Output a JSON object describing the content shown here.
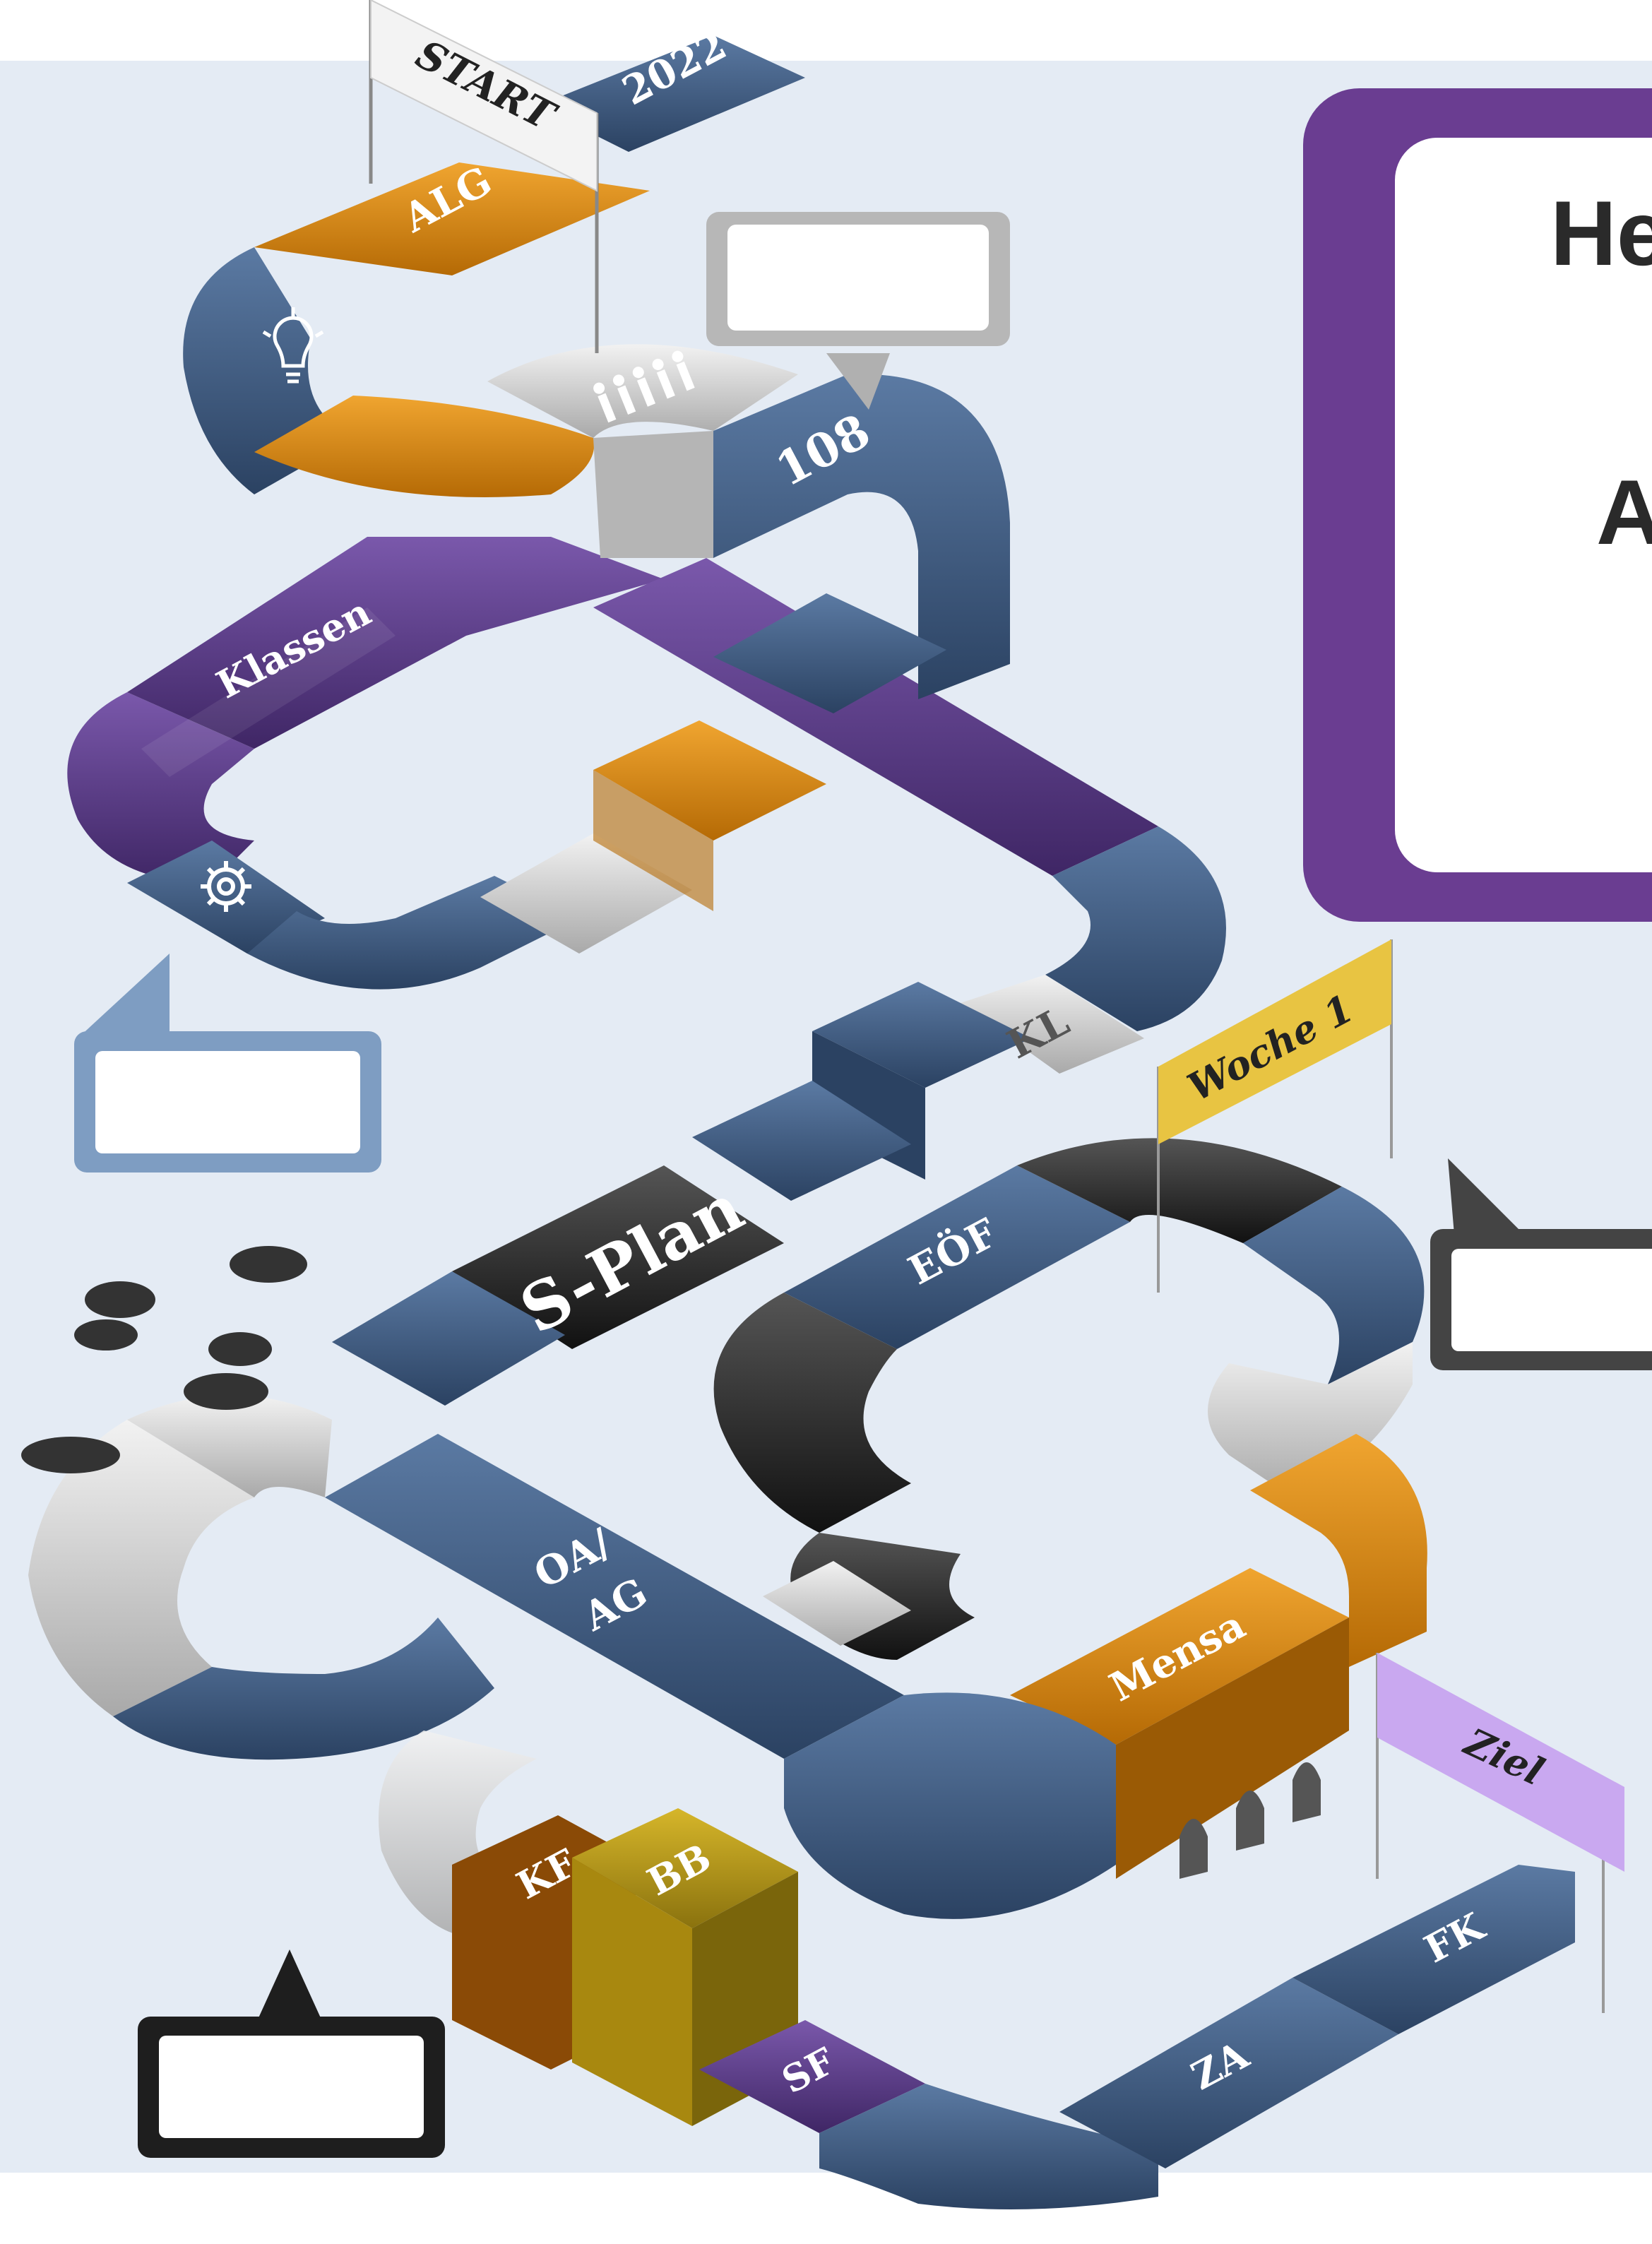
{
  "title_box": {
    "line1": "He",
    "line2": "A"
  },
  "flags": {
    "start": "START",
    "week1": "Woche 1",
    "goal": "Ziel"
  },
  "segments": {
    "year": "2022",
    "alg": "ALG",
    "count": "108",
    "classes": "Klassen",
    "kl": "KL",
    "splan": "S-Plan",
    "eof": "EÖF",
    "oa_line1": "OA/",
    "oa_line2": "AG",
    "mensa": "Mensa",
    "kf": "KF",
    "bb": "BB",
    "sf": "SF",
    "za": "ZA",
    "fk": "FK"
  },
  "icons": [
    "lightbulb-icon",
    "people-icon",
    "gear-icon",
    "cloud-icon"
  ],
  "colors": {
    "background": "#e4ebf4",
    "blue": "#3e5b80",
    "purple": "#5c3d8a",
    "orange": "#e08a12",
    "light_gray": "#d9d9d9",
    "black": "#222222",
    "gold": "#b79a19",
    "brown": "#8a4a06",
    "title_border": "#6a3d91",
    "flag_yellow": "#e8c442",
    "flag_lilac": "#c9a8f0"
  }
}
